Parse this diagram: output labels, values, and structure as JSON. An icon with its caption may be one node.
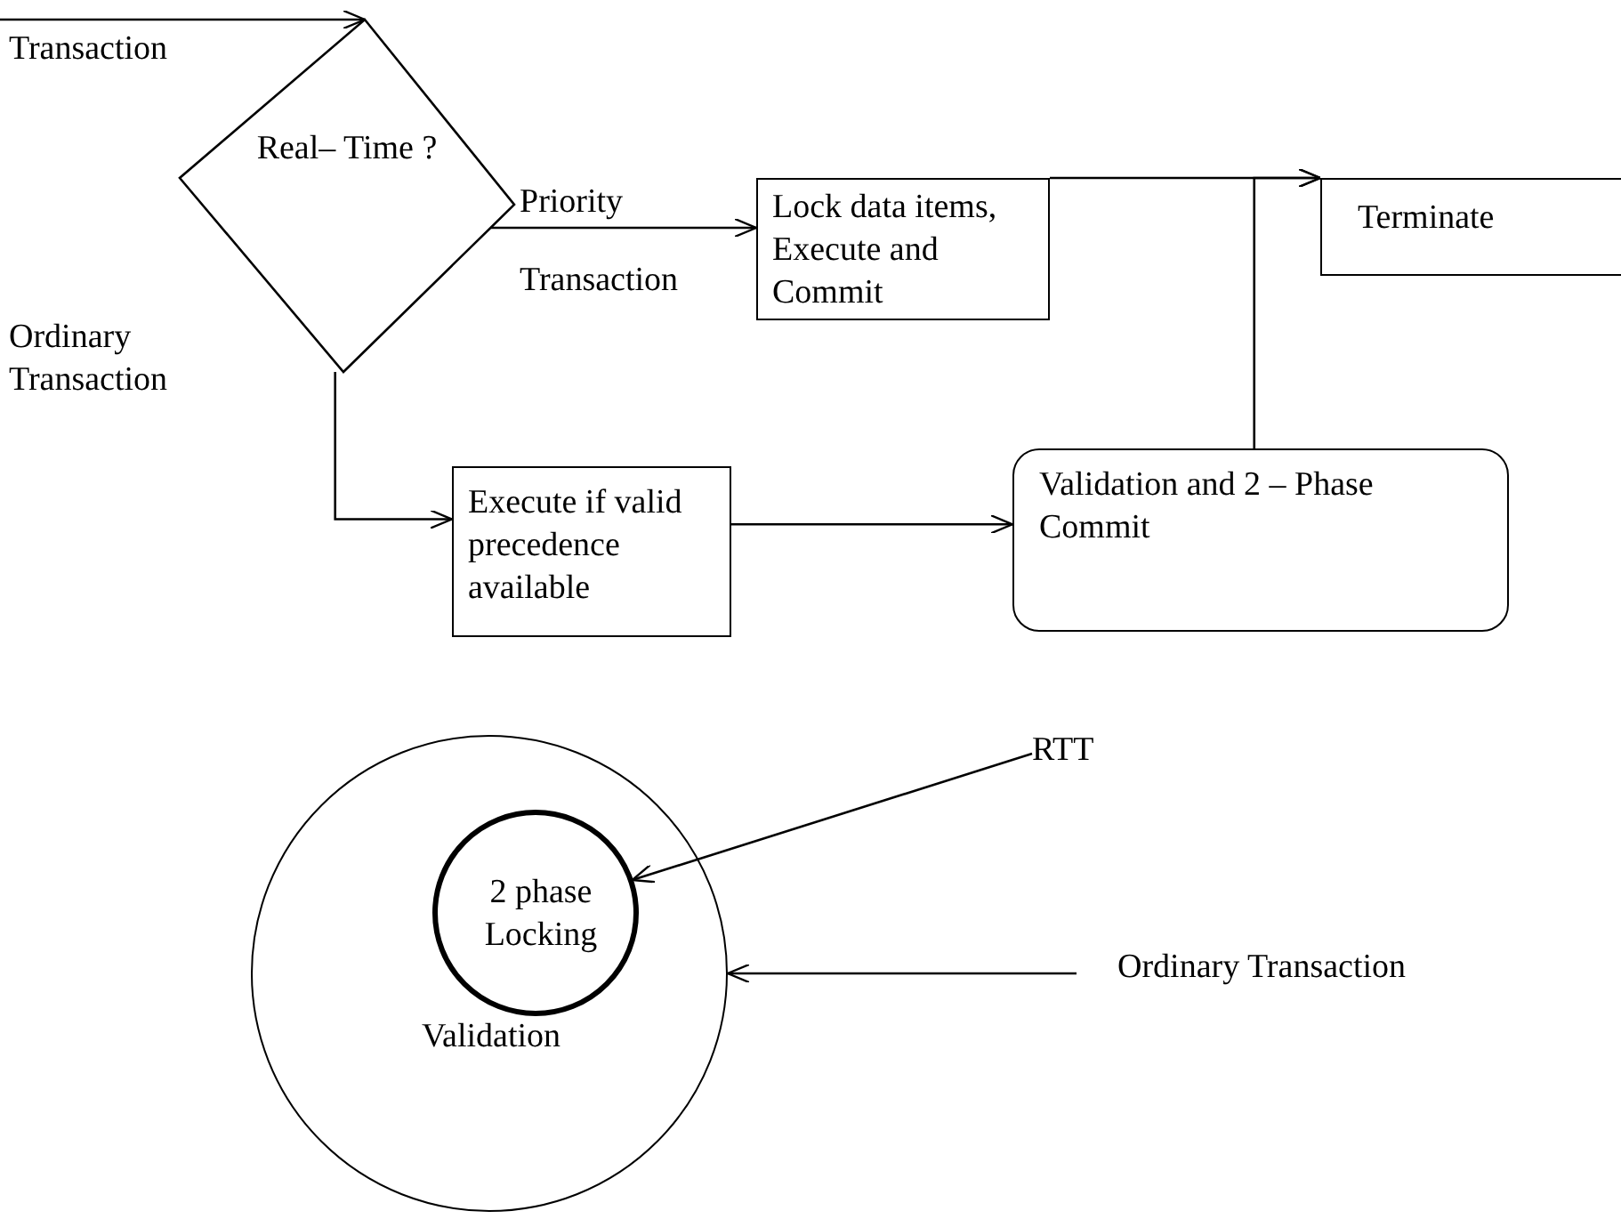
{
  "diagram": {
    "nodes": [
      {
        "text": [
          "Real– Time ?"
        ]
      },
      {
        "text": [
          "Lock data items, Execute and Commit"
        ]
      },
      {
        "text": [
          "Terminate"
        ]
      },
      {
        "text": [
          "Execute if valid precedence available"
        ]
      },
      {
        "text": [
          "Validation and 2 – Phase Commit"
        ]
      },
      {
        "text": [
          "Validation"
        ]
      },
      {
        "text": [
          "2 phase Locking"
        ],
        "in": 5
      },
      {
        "text": [
          "RTT"
        ]
      },
      {
        "text": [
          "Ordinary Transaction"
        ]
      }
    ],
    "edges": [
      {
        "from": null,
        "to": 0,
        "arrow": "to",
        "label": "Transaction"
      },
      {
        "from": 0,
        "to": 1,
        "arrow": "to",
        "label": "Priority Transaction"
      },
      {
        "from": 0,
        "to": 3,
        "arrow": "to",
        "label": "Ordinary Transaction"
      },
      {
        "from": 3,
        "to": 4,
        "arrow": "to"
      },
      {
        "from": 4,
        "to": 2,
        "arrow": "to"
      },
      {
        "from": 1,
        "to": 2,
        "arrow": "to"
      },
      {
        "from": 7,
        "to": 6,
        "arrow": "to"
      },
      {
        "from": 8,
        "to": 5,
        "arrow": "to"
      }
    ]
  }
}
